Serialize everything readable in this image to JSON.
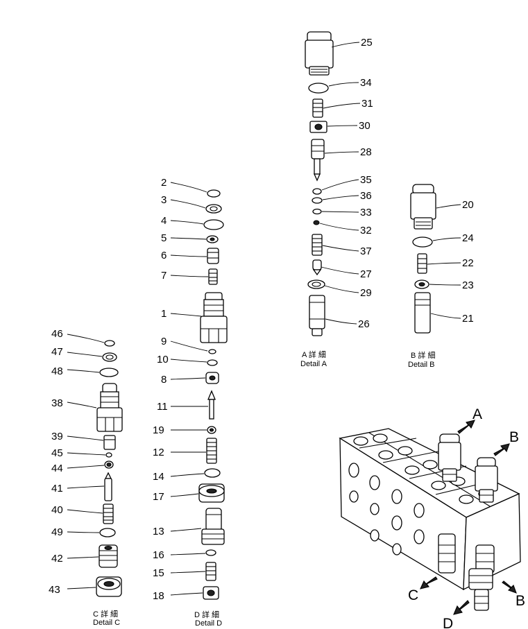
{
  "callouts": {
    "n1": "1",
    "n2": "2",
    "n3": "3",
    "n4": "4",
    "n5": "5",
    "n6": "6",
    "n7": "7",
    "n8": "8",
    "n9": "9",
    "n10": "10",
    "n11": "11",
    "n12": "12",
    "n13": "13",
    "n14": "14",
    "n15": "15",
    "n16": "16",
    "n17": "17",
    "n18": "18",
    "n19": "19",
    "n20": "20",
    "n21": "21",
    "n22": "22",
    "n23": "23",
    "n24": "24",
    "n25": "25",
    "n26": "26",
    "n27": "27",
    "n28": "28",
    "n29": "29",
    "n30": "30",
    "n31": "31",
    "n32": "32",
    "n33": "33",
    "n34": "34",
    "n35": "35",
    "n36": "36",
    "n37": "37",
    "n38": "38",
    "n39": "39",
    "n40": "40",
    "n41": "41",
    "n42": "42",
    "n43": "43",
    "n44": "44",
    "n45": "45",
    "n46": "46",
    "n47": "47",
    "n48": "48",
    "n49": "49"
  },
  "details": {
    "a": {
      "jp": "A 詳 細",
      "en": "Detail A"
    },
    "b": {
      "jp": "B 詳 細",
      "en": "Detail B"
    },
    "c": {
      "jp": "C 詳 細",
      "en": "Detail C"
    },
    "d": {
      "jp": "D 詳 細",
      "en": "Detail D"
    }
  },
  "view_letters": {
    "a": "A",
    "b1": "B",
    "b2": "B",
    "c": "C",
    "d": "D"
  }
}
